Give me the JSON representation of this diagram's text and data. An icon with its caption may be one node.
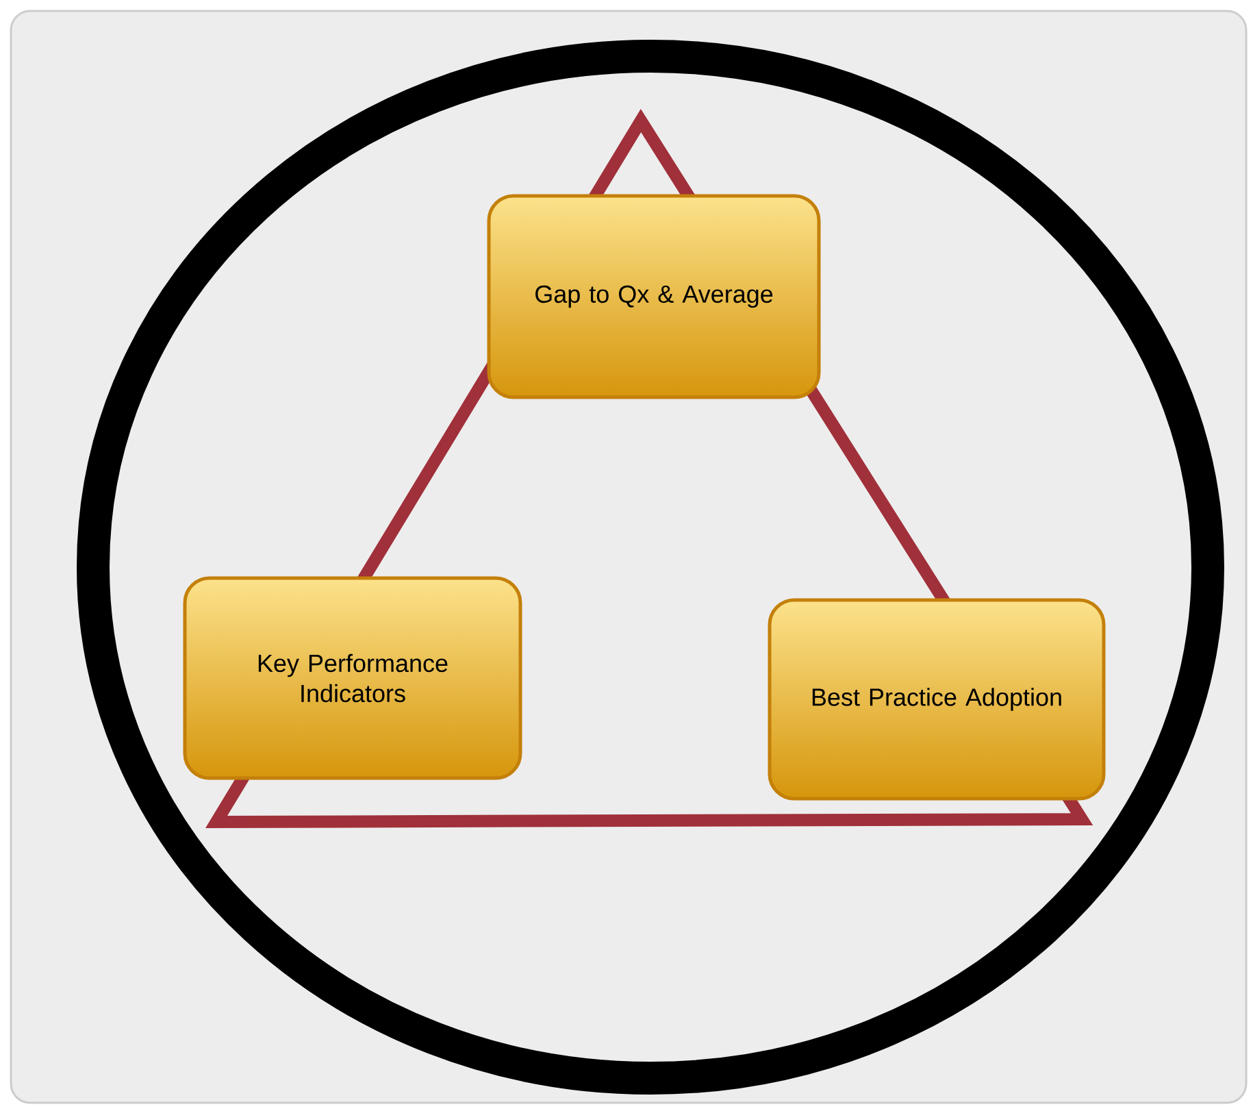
{
  "diagram": {
    "nodes": [
      {
        "text": [
          "Gap to Qx & Average"
        ]
      },
      {
        "text": [
          "Key Performance Indicators"
        ]
      },
      {
        "text": [
          "Best Practice Adoption"
        ]
      }
    ]
  }
}
